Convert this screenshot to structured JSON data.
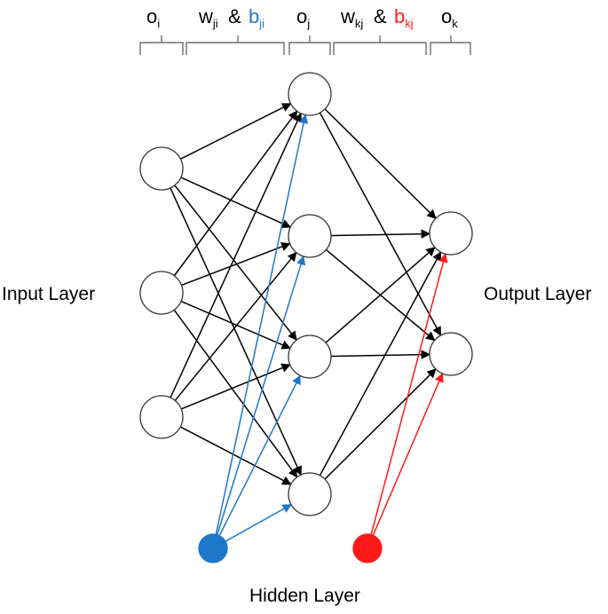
{
  "header": {
    "o_i": {
      "base": "o",
      "sub": "i"
    },
    "w_ji": {
      "base": "w",
      "sub": "ji"
    },
    "amp1": "&",
    "b_ji": {
      "base": "b",
      "sub": "ji"
    },
    "o_j": {
      "base": "o",
      "sub": "j"
    },
    "w_kj": {
      "base": "w",
      "sub": "kj"
    },
    "amp2": "&",
    "b_kj": {
      "base": "b",
      "sub": "kj"
    },
    "o_k": {
      "base": "o",
      "sub": "k"
    }
  },
  "labels": {
    "input_layer": "Input Layer",
    "hidden_layer": "Hidden Layer",
    "output_layer": "Output Layer"
  },
  "colors": {
    "input_bias": "#1f77c9",
    "hidden_bias": "#ff1a1a",
    "edge": "#000000"
  },
  "network": {
    "input_nodes": 3,
    "hidden_nodes": 4,
    "output_nodes": 2,
    "fully_connected": true,
    "input_bias": true,
    "hidden_bias": true
  }
}
